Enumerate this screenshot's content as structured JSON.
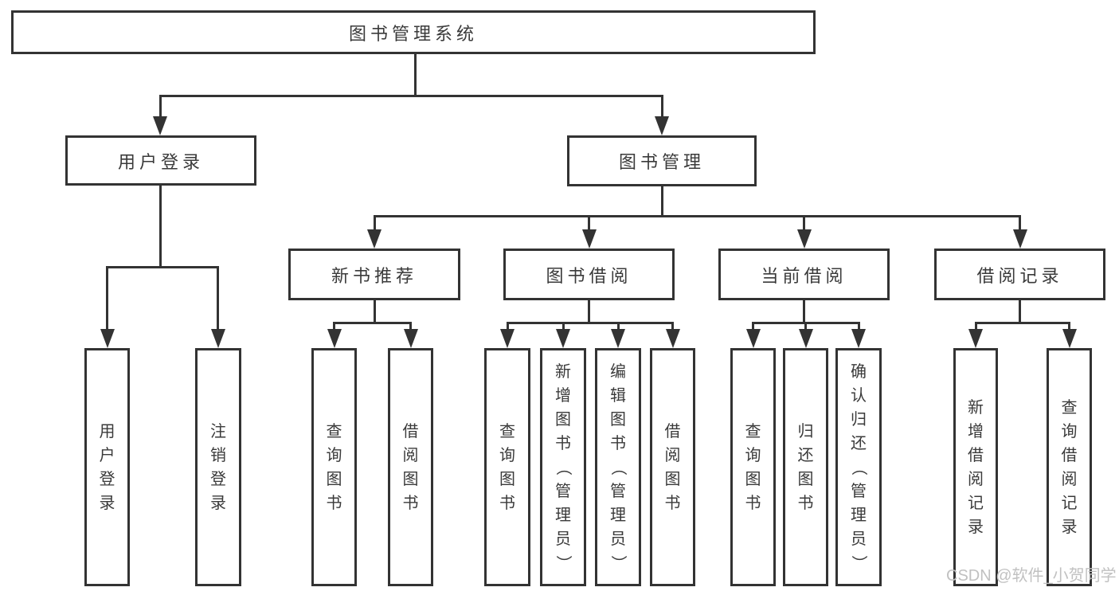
{
  "title": "图书管理系统",
  "tree": {
    "root": {
      "label": "图书管理系统"
    },
    "branches": [
      {
        "label": "用户登录",
        "children": [
          {
            "label": "用户登录"
          },
          {
            "label": "注销登录"
          }
        ]
      },
      {
        "label": "图书管理",
        "children": [
          {
            "label": "新书推荐",
            "children": [
              {
                "label": "查询图书"
              },
              {
                "label": "借阅图书"
              }
            ]
          },
          {
            "label": "图书借阅",
            "children": [
              {
                "label": "查询图书"
              },
              {
                "label": "新增图书（管理员）"
              },
              {
                "label": "编辑图书（管理员）"
              },
              {
                "label": "借阅图书"
              }
            ]
          },
          {
            "label": "当前借阅",
            "children": [
              {
                "label": "查询图书"
              },
              {
                "label": "归还图书"
              },
              {
                "label": "确认归还（管理员）"
              }
            ]
          },
          {
            "label": "借阅记录",
            "children": [
              {
                "label": "新增借阅记录"
              },
              {
                "label": "查询借阅记录"
              }
            ]
          }
        ]
      }
    ]
  },
  "watermark": "CSDN @软件_小贺同学",
  "colors": {
    "line": "#333333",
    "box_border": "#333333",
    "text": "#3a3a3a",
    "watermark": "#c1c1c1",
    "background": "#ffffff"
  }
}
